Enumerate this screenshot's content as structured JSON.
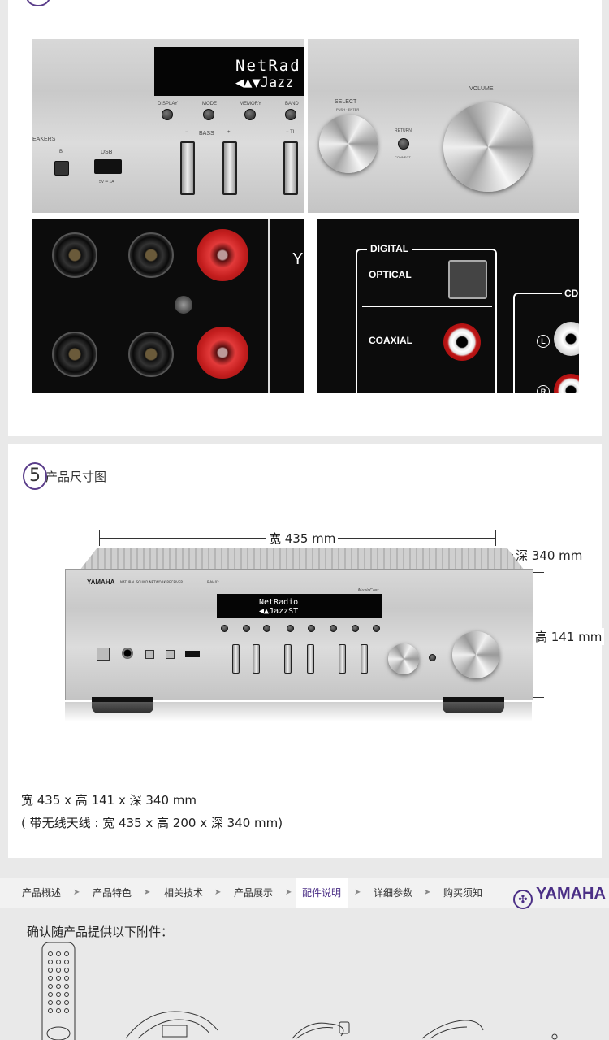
{
  "photos": {
    "display_line1": "NetRad",
    "display_line2": "◀▲▼Jazz",
    "buttons": [
      "DISPLAY",
      "MODE",
      "MEMORY",
      "BAND"
    ],
    "speakers_label": "EAKERS",
    "speaker_b": "B",
    "usb_label": "USB",
    "usb_rating": "5V ═ 1A",
    "bass_label": "BASS",
    "bass_minus": "−",
    "bass_plus": "+",
    "treble_partial": "−  TI",
    "select_label": "SELECT",
    "select_sub": "PUSH · ENTER",
    "return_label": "RETURN",
    "connect_label": "CONNECT",
    "volume_label": "VOLUME",
    "digital_label": "DIGITAL",
    "optical_label": "OPTICAL",
    "coaxial_label": "COAXIAL",
    "cd_label": "CD",
    "left_marker": "L",
    "right_marker": "R",
    "brand_partial": "Y"
  },
  "dimensions": {
    "section_number": "5",
    "section_title": "产品尺寸图",
    "width_label": "宽 435 mm",
    "depth_label": "深 340 mm",
    "height_label": "高 141 mm",
    "front_brand": "YAMAHA",
    "front_model_text": "NATURAL SOUND NETWORK RECEIVER",
    "front_model": "R-N402",
    "front_musiccast": "MusicCast",
    "front_display_1": "NetRadio",
    "front_display_2": "◀▲JazzST",
    "spec_line1": "宽 435 x 高 141 x 深 340 mm",
    "spec_line2": "( 带无线天线 : 宽 435 x 高 200 x 深 340 mm)"
  },
  "nav": {
    "items": [
      "产品概述",
      "产品特色",
      "相关技术",
      "产品展示",
      "配件说明",
      "详细参数",
      "购买须知"
    ],
    "active_index": 4,
    "arrow": "➤",
    "logo_text": "YAMAHA"
  },
  "accessories": {
    "title": "确认随产品提供以下附件："
  },
  "colors": {
    "accent": "#4b2f86",
    "background": "#e9e9e9",
    "card": "#ffffff",
    "terminal_red": "#d42a2a"
  }
}
